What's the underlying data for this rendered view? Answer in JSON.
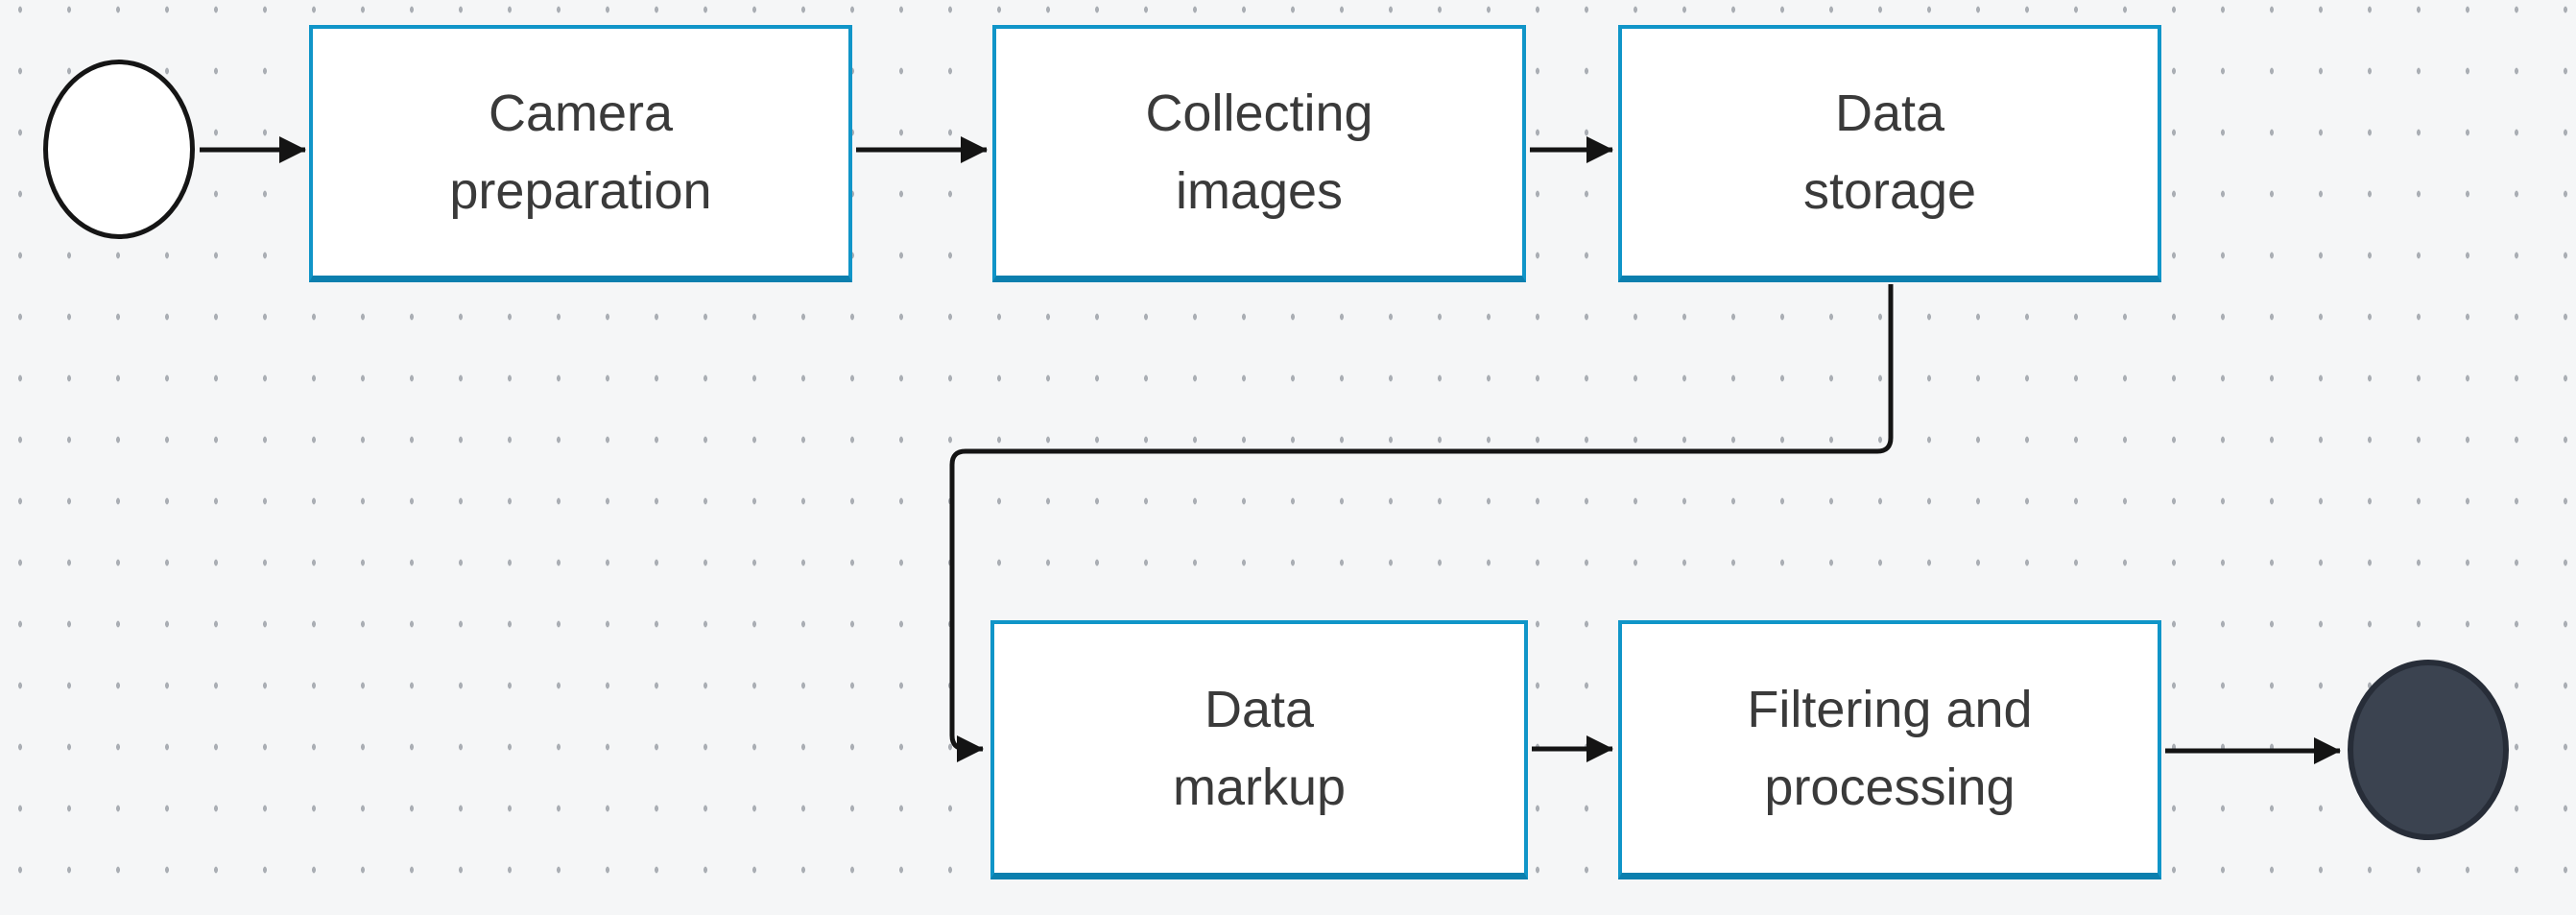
{
  "diagram": {
    "kind": "flowchart",
    "colors": {
      "background": "#f5f6f7",
      "grid_dot": "#8d939d",
      "node_fill": "#ffffff",
      "node_border": "#1095c8",
      "node_border_bottom": "#0b7fae",
      "text": "#3a3a3a",
      "edge": "#141414",
      "start_fill": "#ffffff",
      "start_border": "#151515",
      "end_fill": "#3b4350",
      "end_border": "#272d38"
    },
    "nodes": [
      {
        "id": "start",
        "type": "start-event",
        "label": ""
      },
      {
        "id": "camera-preparation",
        "type": "task",
        "label": "Camera preparation",
        "lines": [
          "Camera",
          "preparation"
        ]
      },
      {
        "id": "collecting-images",
        "type": "task",
        "label": "Collecting images",
        "lines": [
          "Collecting",
          "images"
        ]
      },
      {
        "id": "data-storage",
        "type": "task",
        "label": "Data storage",
        "lines": [
          "Data",
          "storage"
        ]
      },
      {
        "id": "data-markup",
        "type": "task",
        "label": "Data markup",
        "lines": [
          "Data",
          "markup"
        ]
      },
      {
        "id": "filtering-and-processing",
        "type": "task",
        "label": "Filtering and processing",
        "lines": [
          "Filtering and",
          "processing"
        ]
      },
      {
        "id": "end",
        "type": "end-event",
        "label": ""
      }
    ],
    "edges": [
      {
        "from": "start",
        "to": "camera-preparation"
      },
      {
        "from": "camera-preparation",
        "to": "collecting-images"
      },
      {
        "from": "collecting-images",
        "to": "data-storage"
      },
      {
        "from": "data-storage",
        "to": "data-markup"
      },
      {
        "from": "data-markup",
        "to": "filtering-and-processing"
      },
      {
        "from": "filtering-and-processing",
        "to": "end"
      }
    ]
  }
}
